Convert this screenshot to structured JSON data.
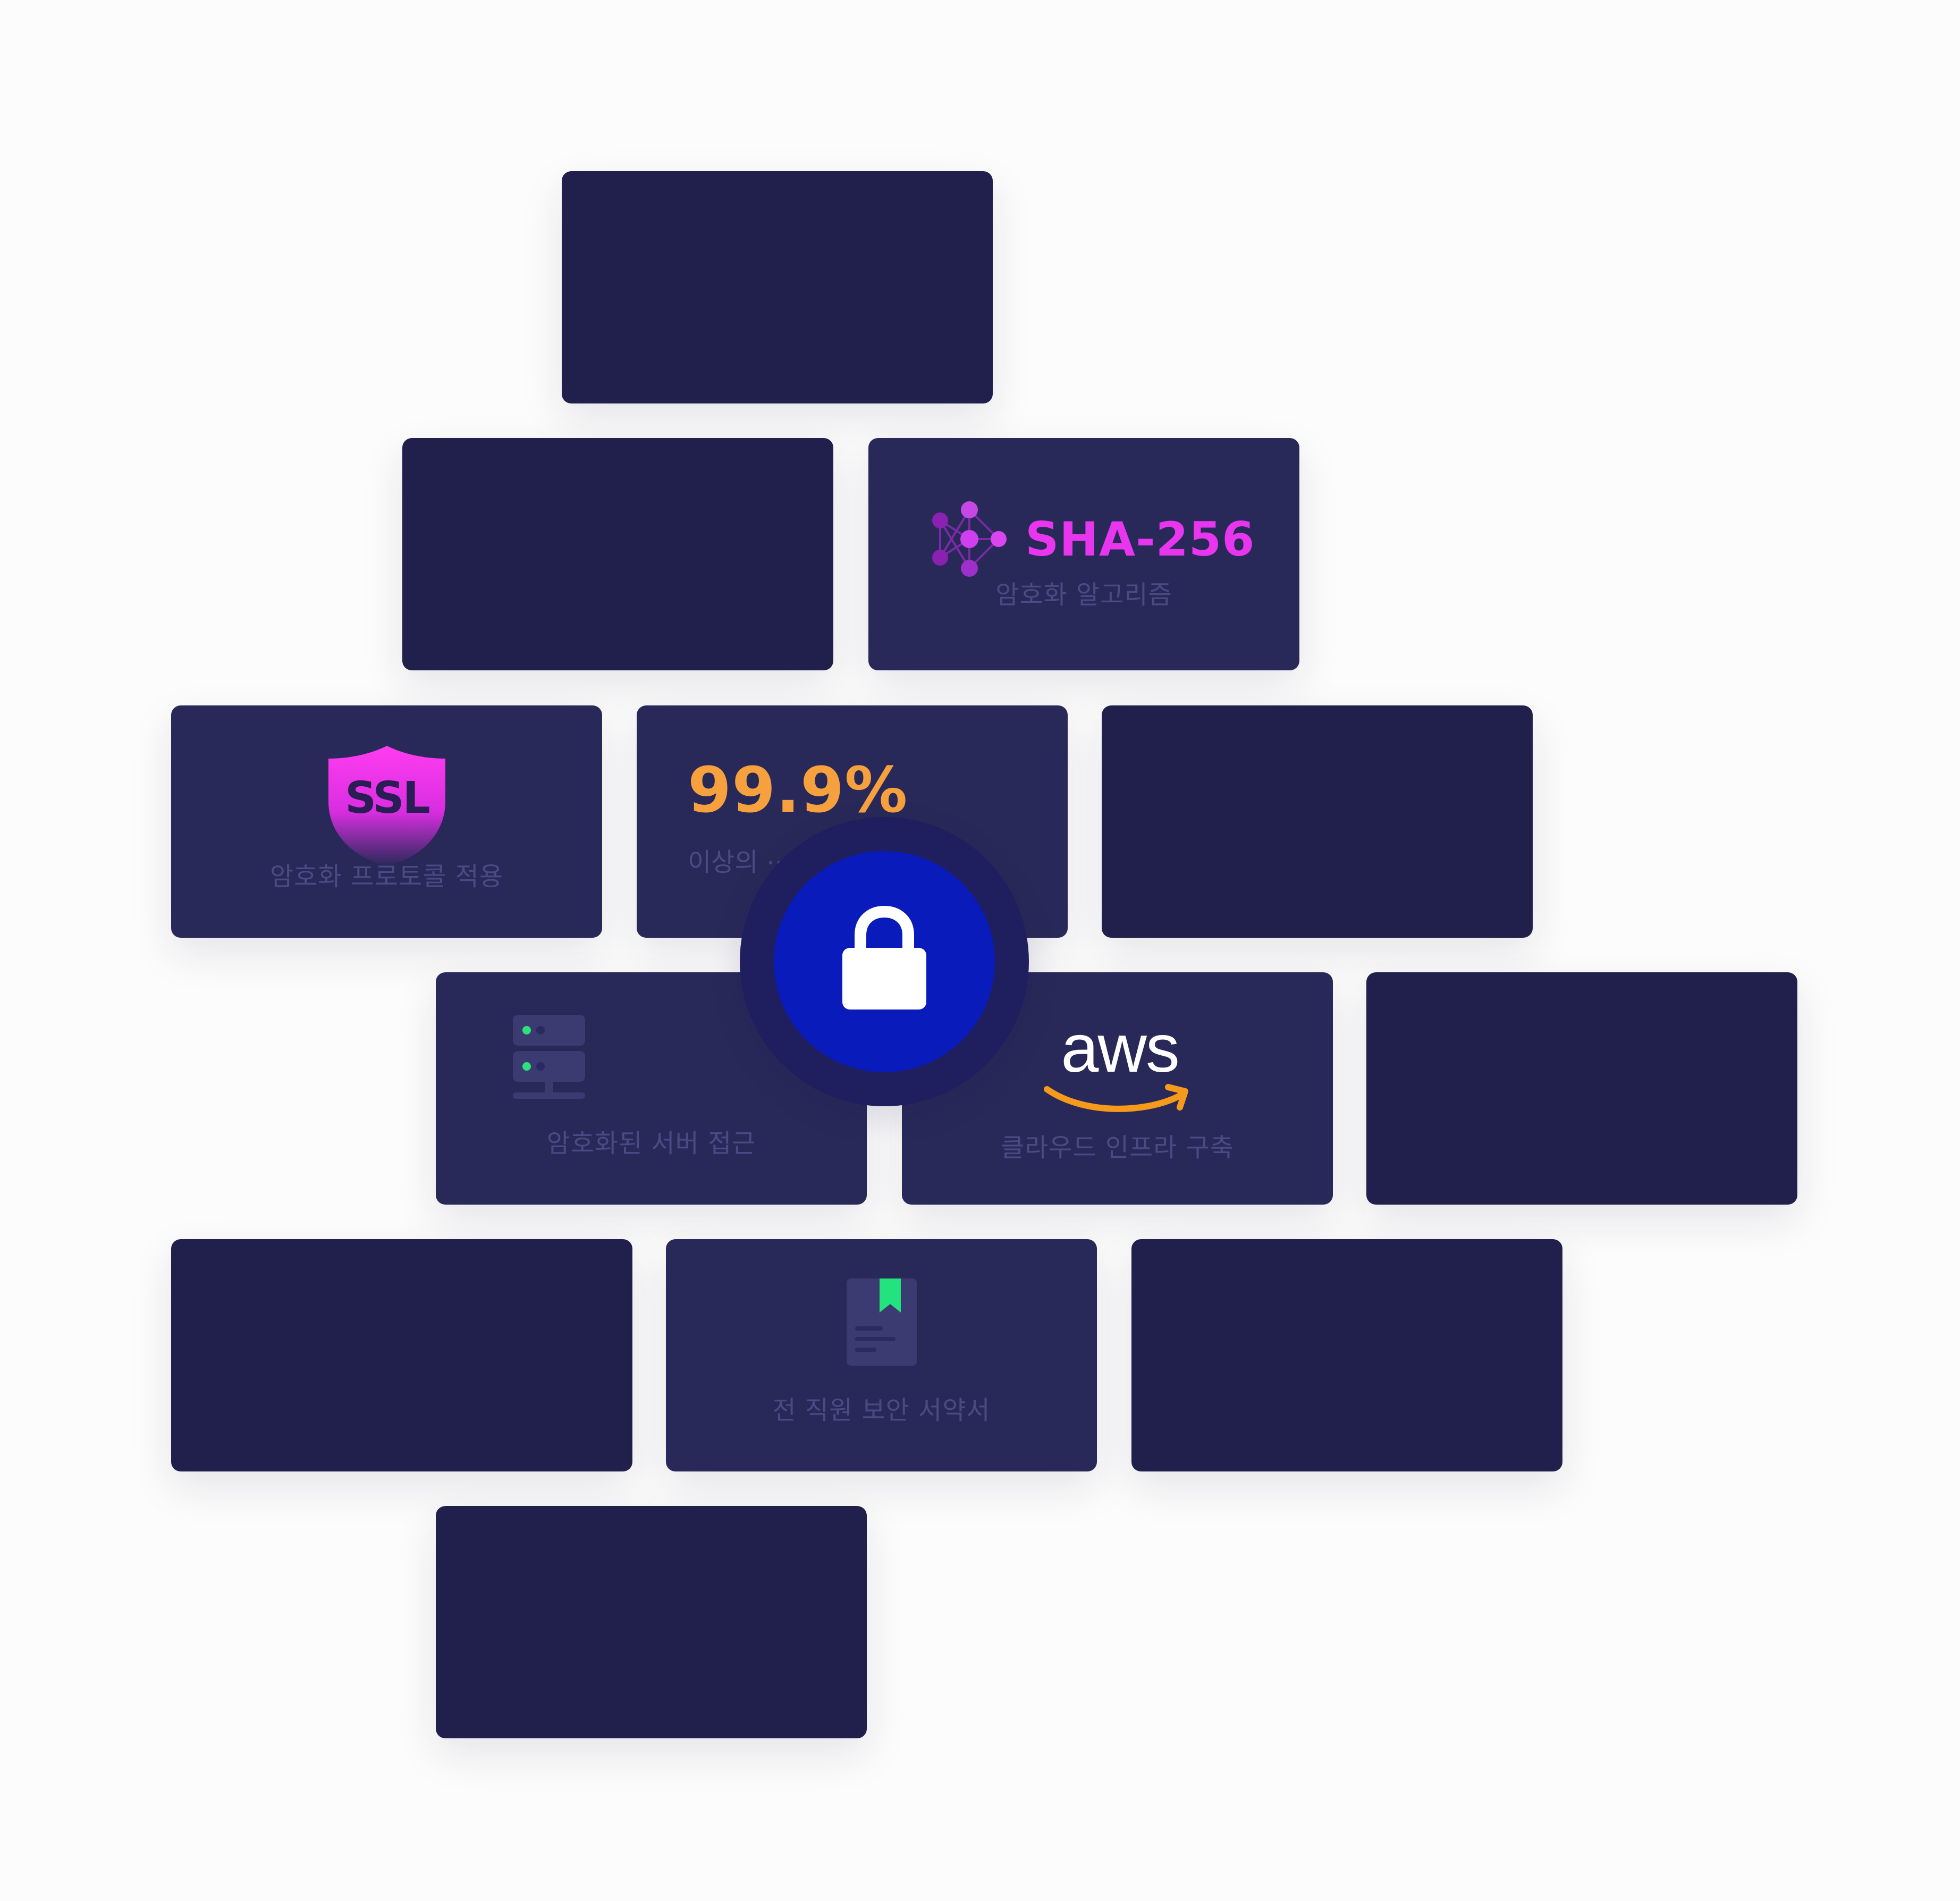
{
  "colors": {
    "background": "#fcfcfc",
    "card_dark": "#21204d",
    "card_lit": "#292959",
    "caption": "#4a4a85",
    "sha_magenta": "#e836ef",
    "percent_orange": "#f7a13e",
    "lock_blue": "#0a1bbb",
    "aws_orange": "#f59a1b",
    "server_green": "#2ee07a",
    "bookmark_green": "#22e37e"
  },
  "cards": {
    "sha": {
      "title": "SHA-256",
      "caption": "암호화 알고리즘",
      "icon": "network-nodes-icon"
    },
    "ssl": {
      "badge_text": "SSL",
      "caption": "암호화 프로토콜 적용",
      "icon": "shield-icon"
    },
    "uptime": {
      "value": "99.9%",
      "caption": "이상의 ⋯"
    },
    "server": {
      "caption": "암호화된 서버 접근",
      "icon": "server-icon"
    },
    "aws": {
      "logo_text": "aws",
      "caption": "클라우드 인프라 구축",
      "icon": "aws-logo-icon"
    },
    "pledge": {
      "caption": "전 직원 보안 서약서",
      "icon": "document-bookmark-icon"
    }
  },
  "center_badge": {
    "icon": "lock-icon"
  }
}
